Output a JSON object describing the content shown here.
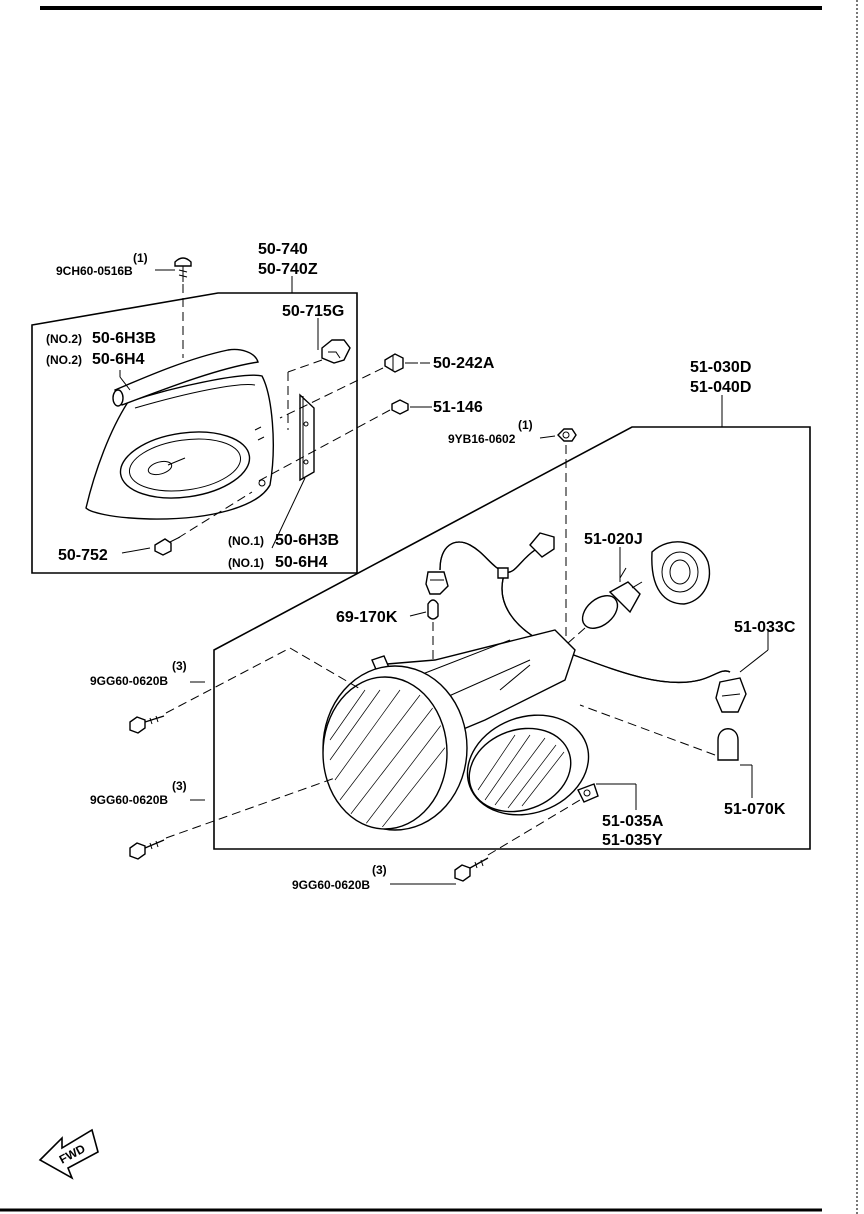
{
  "labels": {
    "qty_9ch60": "(1)",
    "code_9ch60": "9CH60-0516B",
    "p_50_740": "50-740",
    "p_50_740z": "50-740Z",
    "p_50_715g": "50-715G",
    "no2_a": "(NO.2)",
    "p_50_6h3b_no2": "50-6H3B",
    "no2_b": "(NO.2)",
    "p_50_6h4_no2": "50-6H4",
    "p_50_242a": "50-242A",
    "p_51_146": "51-146",
    "qty_9yb16": "(1)",
    "code_9yb16": "9YB16-0602",
    "p_51_030d": "51-030D",
    "p_51_040d": "51-040D",
    "p_51_020j": "51-020J",
    "p_50_752": "50-752",
    "no1_a": "(NO.1)",
    "p_50_6h3b_no1": "50-6H3B",
    "no1_b": "(NO.1)",
    "p_50_6h4_no1": "50-6H4",
    "p_69_170k": "69-170K",
    "p_51_033c": "51-033C",
    "qty_bolt1": "(3)",
    "code_bolt1": "9GG60-0620B",
    "qty_bolt2": "(3)",
    "code_bolt2": "9GG60-0620B",
    "p_51_070k": "51-070K",
    "p_51_035a": "51-035A",
    "p_51_035y": "51-035Y",
    "qty_bolt3": "(3)",
    "code_bolt3": "9GG60-0620B",
    "fwd": "FWD"
  }
}
